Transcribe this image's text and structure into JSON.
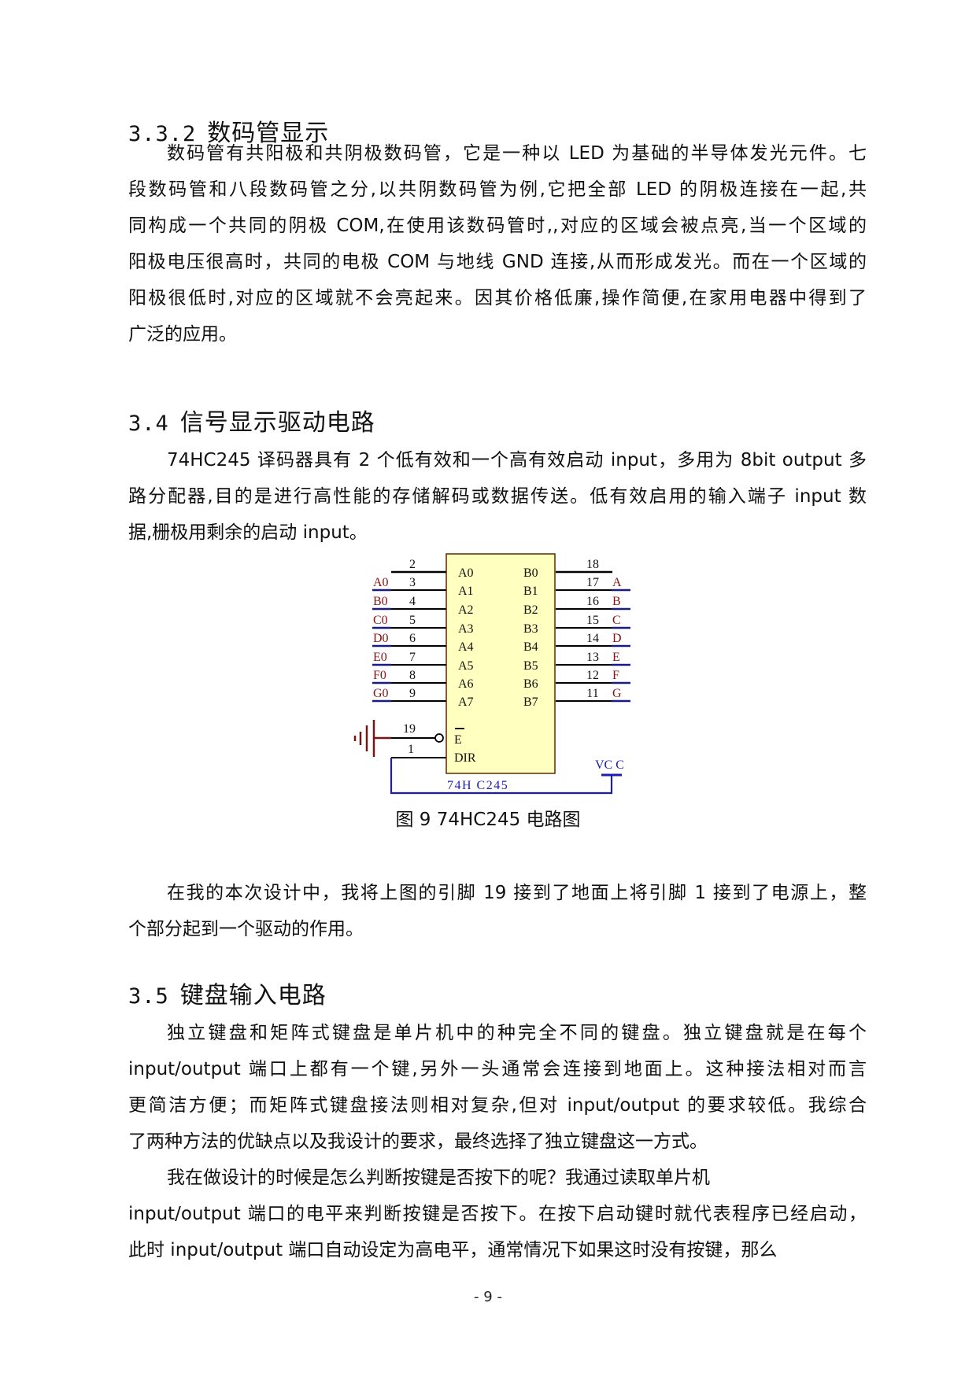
{
  "sections": {
    "s332": {
      "number": "3.3.2",
      "title": "数码管显示",
      "lines": [
        "数码管有共阳极和共阴极数码管，它是一种以 LED 为基础的半导体发光元件。七",
        "段数码管和八段数码管之分,以共阴数码管为例,它把全部 LED 的阴极连接在一起,共",
        "同构成一个共同的阴极 COM,在使用该数码管时,,对应的区域会被点亮,当一个区域的",
        "阳极电压很高时，共同的电极 COM 与地线 GND 连接,从而形成发光。而在一个区域的",
        "阳极很低时,对应的区域就不会亮起来。因其价格低廉,操作简便,在家用电器中得到了",
        "广泛的应用。"
      ]
    },
    "s34": {
      "number": "3.4",
      "title": "信号显示驱动电路",
      "lines": [
        "74HC245 译码器具有 2 个低有效和一个高有效启动 input，多用为 8bit output 多",
        "路分配器,目的是进行高性能的存储解码或数据传送。低有效启用的输入端子 input 数",
        "据,栅极用剩余的启动 input。"
      ],
      "after_lines": [
        "在我的本次设计中，我将上图的引脚 19 接到了地面上将引脚 1 接到了电源上，整",
        "个部分起到一个驱动的作用。"
      ]
    },
    "s35": {
      "number": "3.5",
      "title": "键盘输入电路",
      "lines": [
        "独立键盘和矩阵式键盘是单片机中的种完全不同的键盘。独立键盘就是在每个",
        "input/output 端口上都有一个键,另外一头通常会连接到地面上。这种接法相对而言",
        "更简洁方便；而矩阵式键盘接法则相对复杂,但对 input/output 的要求较低。我综合",
        "了两种方法的优缺点以及我设计的要求，最终选择了独立键盘这一方式。"
      ],
      "lines2": [
        "我在做设计的时候是怎么判断按键是否按下的呢？我通过读取单片机",
        "input/output 端口的电平来判断按键是否按下。在按下启动键时就代表程序已经启动，",
        "此时 input/output 端口自动设定为高电平，通常情况下如果这时没有按键，那么"
      ]
    }
  },
  "figure": {
    "caption": "图 9 74HC245 电路图",
    "chip_label": "74H C245",
    "left_pins": [
      {
        "num": "2",
        "net": "",
        "name": "A0"
      },
      {
        "num": "3",
        "net": "A0",
        "name": "A1"
      },
      {
        "num": "4",
        "net": "B0",
        "name": "A2"
      },
      {
        "num": "5",
        "net": "C0",
        "name": "A3"
      },
      {
        "num": "6",
        "net": "D0",
        "name": "A4"
      },
      {
        "num": "7",
        "net": "E0",
        "name": "A5"
      },
      {
        "num": "8",
        "net": "F0",
        "name": "A6"
      },
      {
        "num": "9",
        "net": "G0",
        "name": "A7"
      }
    ],
    "right_pins": [
      {
        "num": "18",
        "net": "",
        "name": "B0"
      },
      {
        "num": "17",
        "net": "A",
        "name": "B1"
      },
      {
        "num": "16",
        "net": "B",
        "name": "B2"
      },
      {
        "num": "15",
        "net": "C",
        "name": "B3"
      },
      {
        "num": "14",
        "net": "D",
        "name": "B4"
      },
      {
        "num": "13",
        "net": "E",
        "name": "B5"
      },
      {
        "num": "12",
        "net": "F",
        "name": "B6"
      },
      {
        "num": "11",
        "net": "G",
        "name": "B7"
      }
    ],
    "enable_pin": {
      "num": "19",
      "name": "E"
    },
    "dir_pin": {
      "num": "1",
      "name": "DIR"
    },
    "vcc_label": "VC C",
    "colors": {
      "chip_fill": "#ffffc0",
      "chip_border": "#5a2a00",
      "net_label": "#8b1010",
      "net_wire": "#1a1a80",
      "vcc": "#1c1cb0",
      "ground": "#7a1515"
    }
  },
  "footer": {
    "page_number": "- 9 -"
  }
}
